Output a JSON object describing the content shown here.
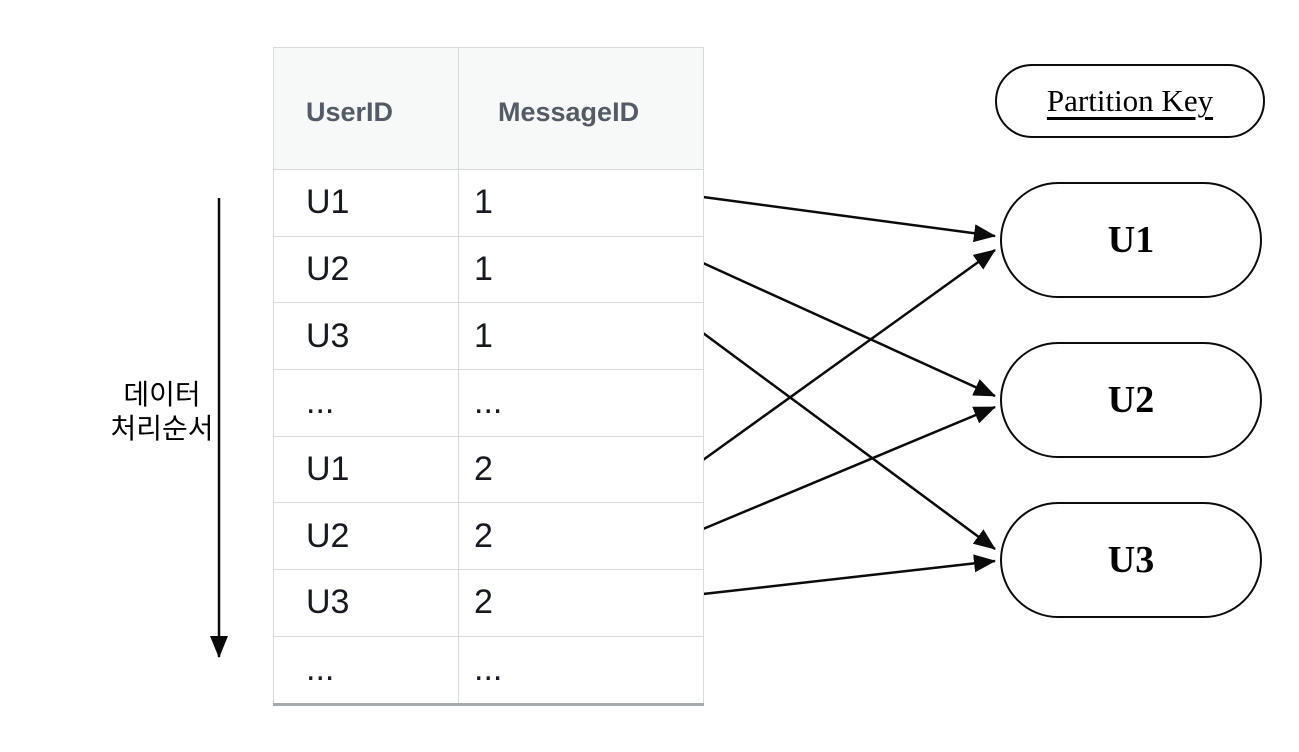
{
  "labels": {
    "processing_order_line1": "데이터",
    "processing_order_line2": "처리순서"
  },
  "table": {
    "headers": [
      "UserID",
      "MessageID"
    ],
    "rows": [
      [
        "U1",
        "1"
      ],
      [
        "U2",
        "1"
      ],
      [
        "U3",
        "1"
      ],
      [
        "...",
        "..."
      ],
      [
        "U1",
        "2"
      ],
      [
        "U2",
        "2"
      ],
      [
        "U3",
        "2"
      ],
      [
        "...",
        "..."
      ]
    ]
  },
  "partition": {
    "title": "Partition Key",
    "nodes": [
      "U1",
      "U2",
      "U3"
    ]
  },
  "arrow_mappings": [
    {
      "from_row": "U1 / 1",
      "to_partition": "U1"
    },
    {
      "from_row": "U2 / 1",
      "to_partition": "U2"
    },
    {
      "from_row": "U3 / 1",
      "to_partition": "U3"
    },
    {
      "from_row": "U1 / 2",
      "to_partition": "U1"
    },
    {
      "from_row": "U2 / 2",
      "to_partition": "U2"
    },
    {
      "from_row": "U3 / 2",
      "to_partition": "U3"
    }
  ],
  "colors": {
    "background": "#ffffff",
    "table_border": "#d8dbde",
    "table_bottom_border": "#a6abaf",
    "header_bg": "#f7f8f8",
    "header_text": "#545b64",
    "cell_text": "#16191f",
    "line_ink": "#0b0b0b"
  }
}
